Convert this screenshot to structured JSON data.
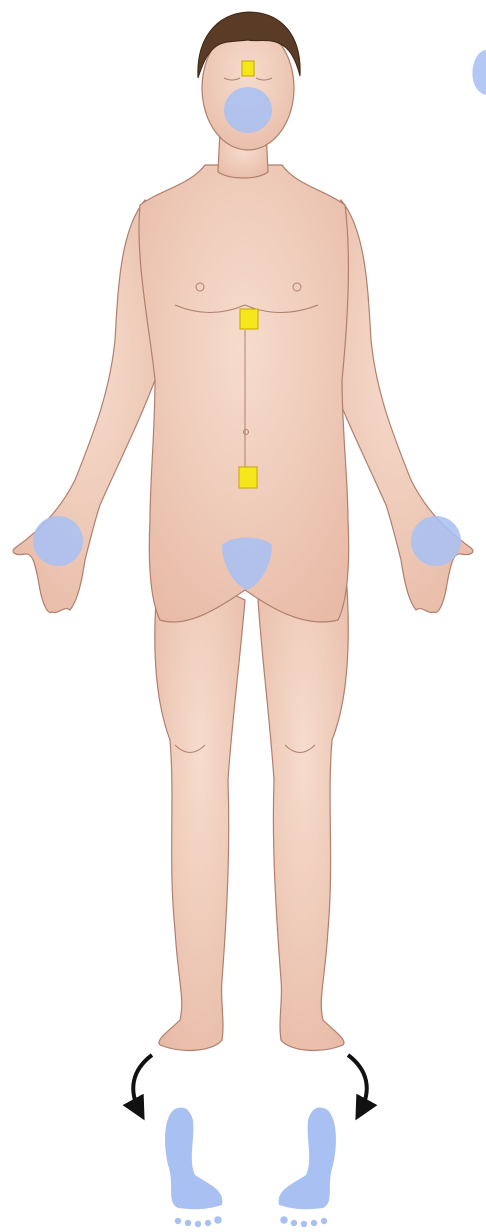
{
  "colors": {
    "background": "#ffffff",
    "skin": "#f1cfbf",
    "skin_shade": "#e2b3a0",
    "outline": "#b07f6e",
    "hair": "#5a3b26",
    "marker_yellow": "#f4e81c",
    "marker_yellow_border": "#c9a400",
    "marker_blue": "#a9c0f2",
    "arrow": "#111111"
  },
  "markers": {
    "yellow": [
      "forehead",
      "sternum",
      "abdomen"
    ],
    "blue": [
      "face",
      "left-palm",
      "right-palm",
      "groin",
      "left-sole",
      "right-sole",
      "edge-circle"
    ]
  },
  "icons": [
    "curved-arrow-left-icon",
    "curved-arrow-right-icon"
  ]
}
